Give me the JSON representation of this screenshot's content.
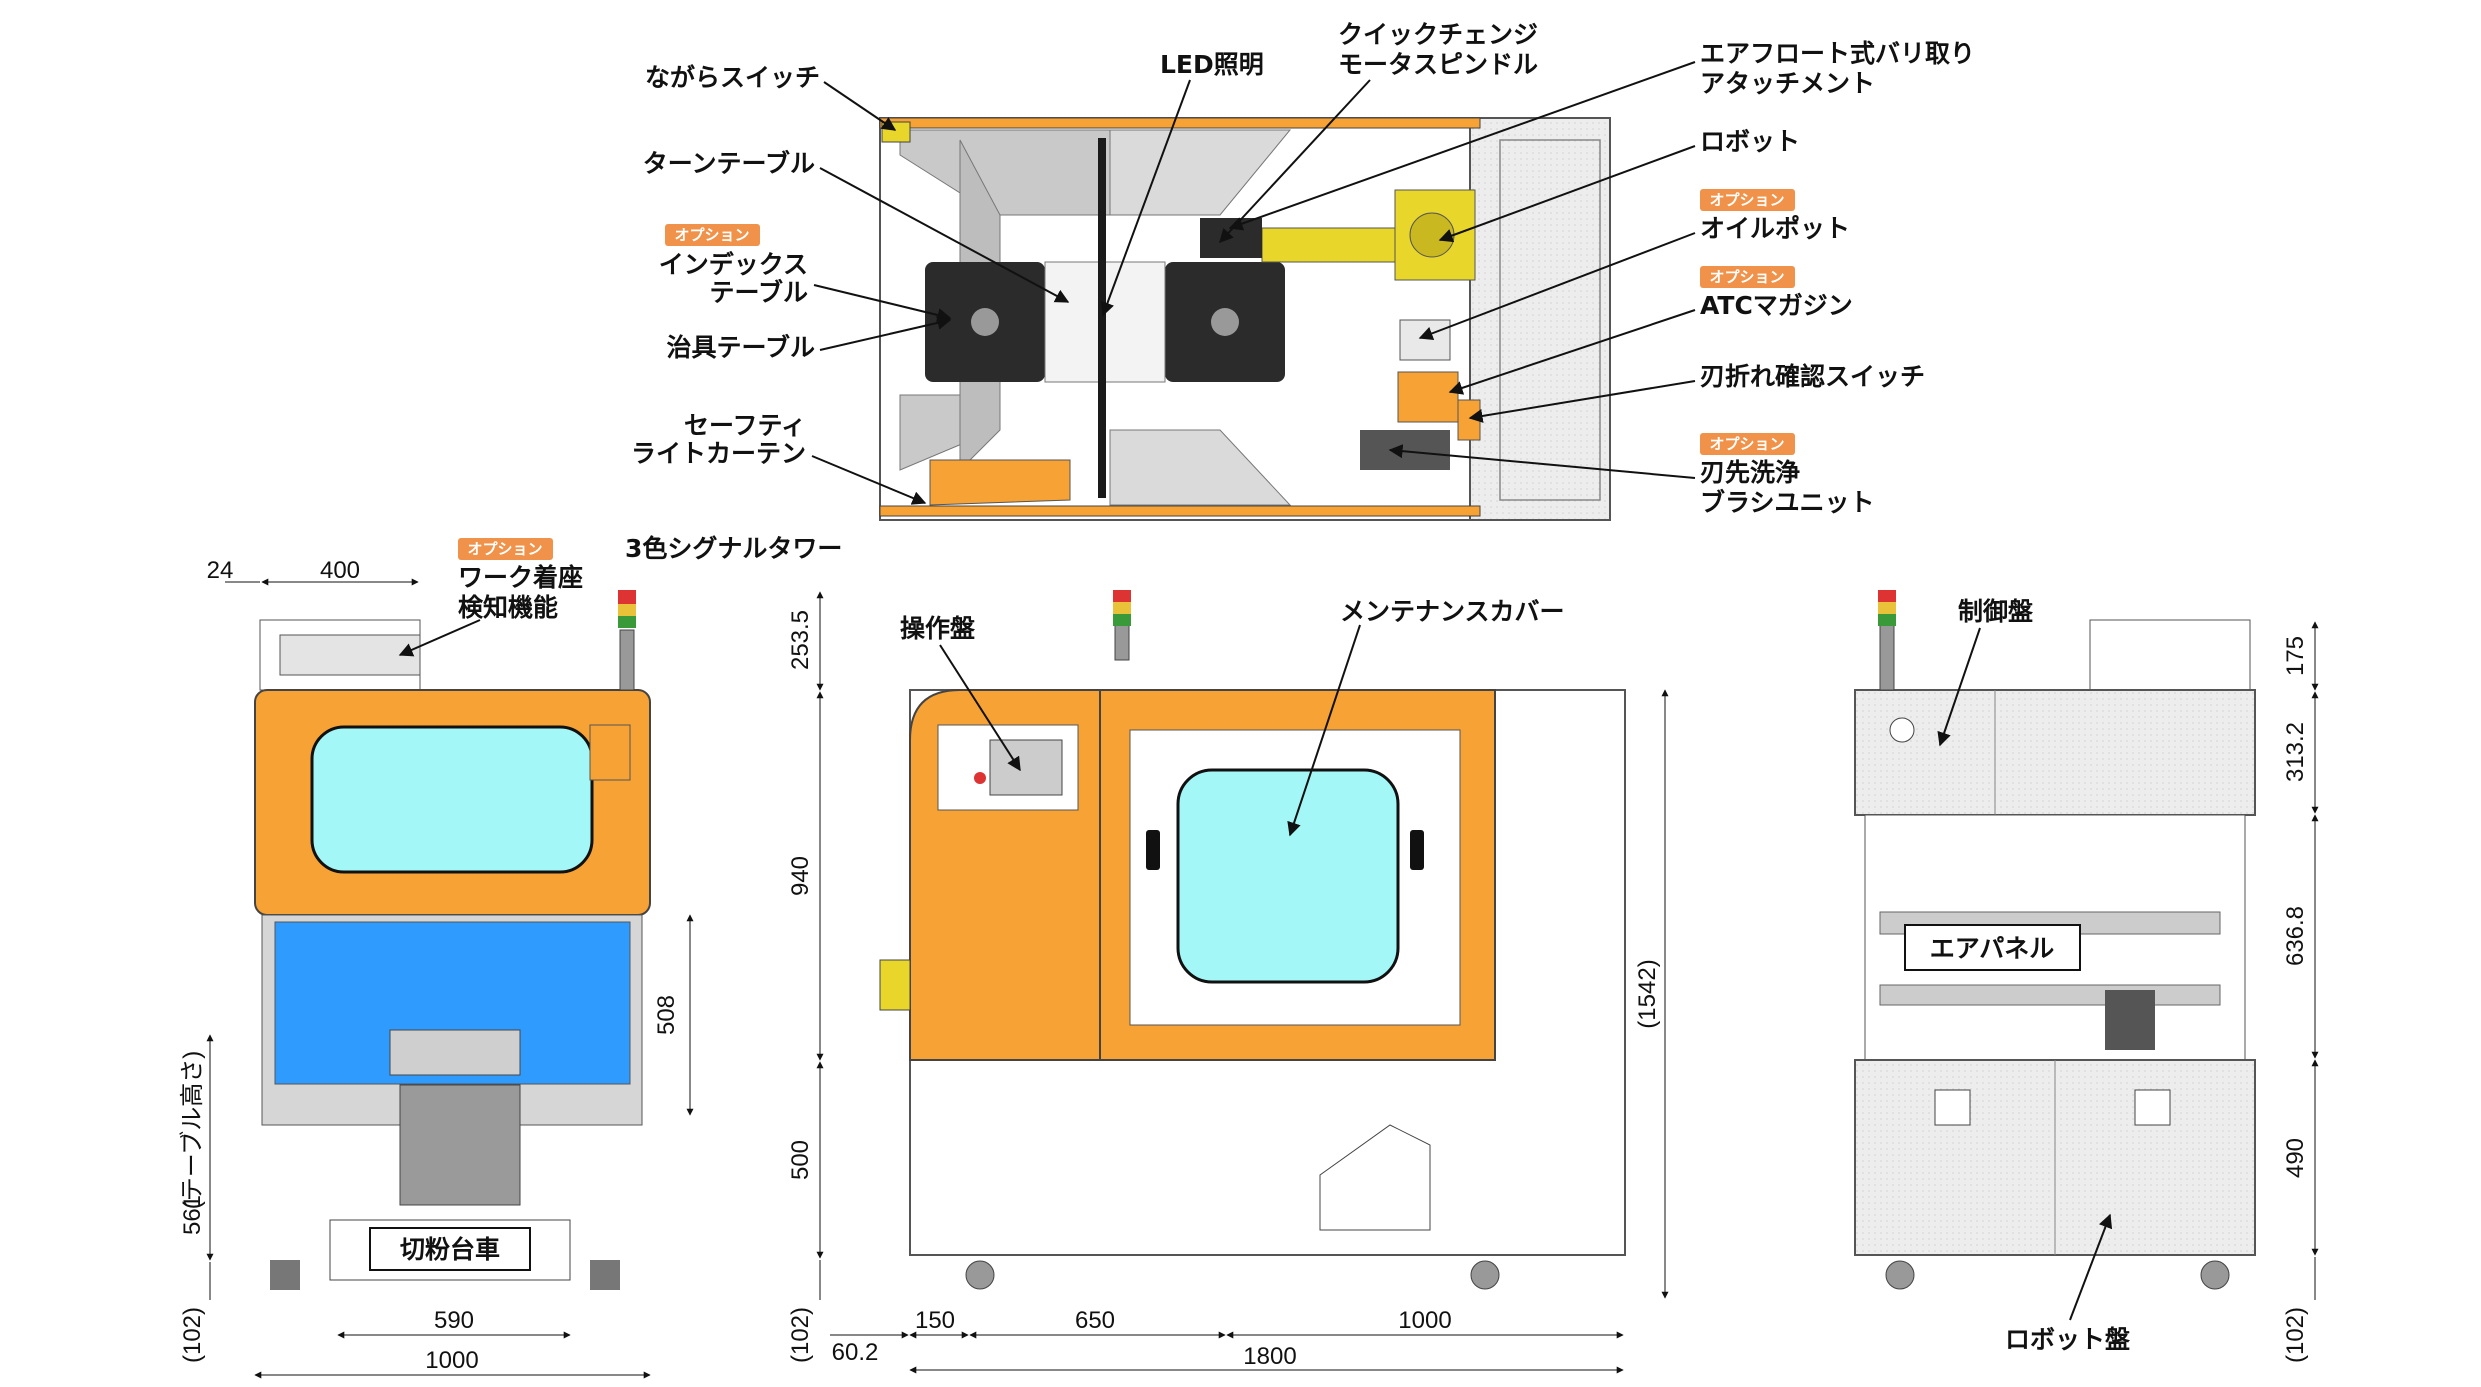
{
  "colors": {
    "orange": "#F7A234",
    "option_badge": "#F0924A",
    "glass": "#A4F7F7",
    "blue_panel": "#2F9BFF",
    "panel_gray": "#EDEDED",
    "robot_yellow": "#E9D62A",
    "dark_table": "#2B2B2B"
  },
  "option_label": "オプション",
  "top_view_labels": {
    "nagara_switch": "ながらスイッチ",
    "turn_table": "ターンテーブル",
    "index_table": [
      "インデックス",
      "テーブル"
    ],
    "jig_table": "治具テーブル",
    "safety_curtain": [
      "セーフティ",
      "ライトカーテン"
    ],
    "led": "LED照明",
    "spindle": [
      "クイックチェンジ",
      "モータスピンドル"
    ],
    "deburr": [
      "エアフロート式バリ取り",
      "アタッチメント"
    ],
    "robot": "ロボット",
    "oil_pot": "オイルポット",
    "atc": "ATCマガジン",
    "blade_switch": "刃折れ確認スイッチ",
    "brush": [
      "刃先洗浄",
      "ブラシユニット"
    ]
  },
  "front_view": {
    "work_seat": [
      "ワーク着座",
      "検知機能"
    ],
    "signal_tower": "3色シグナルタワー",
    "cart": "切粉台車",
    "dims": {
      "d24": "24",
      "d400": "400",
      "d508": "508",
      "d561": "561",
      "table_height": "(テーブル高さ)",
      "d102": "(102)",
      "d590": "590",
      "d1000": "1000"
    }
  },
  "side_view": {
    "operation_panel": "操作盤",
    "maintenance_cover": "メンテナンスカバー",
    "dims": {
      "d253": "253.5",
      "d940": "940",
      "d500": "500",
      "d1542": "(1542)",
      "d102": "(102)",
      "d60": "60.2",
      "d150": "150",
      "d650": "650",
      "d1000": "1000",
      "d1800": "1800"
    }
  },
  "rear_view": {
    "control_panel": "制御盤",
    "air_panel": "エアパネル",
    "robot_panel": "ロボット盤",
    "dims": {
      "d175": "175",
      "d313": "313.2",
      "d636": "636.8",
      "d490": "490",
      "d102": "(102)"
    }
  }
}
